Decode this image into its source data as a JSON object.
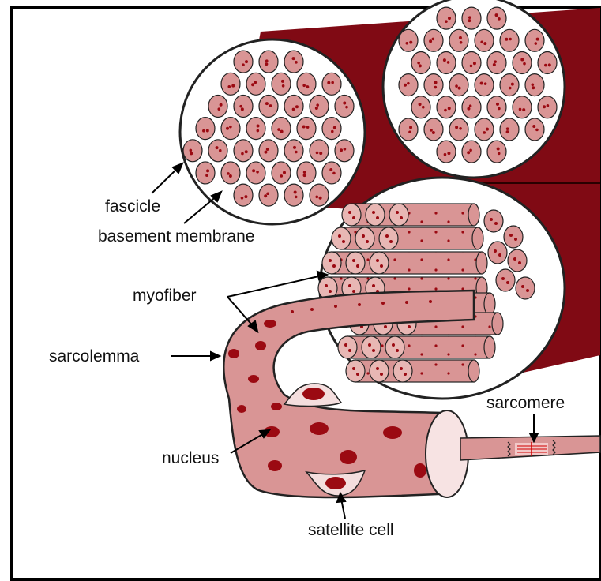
{
  "labels": {
    "fascicle": "fascicle",
    "basement_membrane": "basement membrane",
    "myofiber": "myofiber",
    "sarcolemma": "sarcolemma",
    "nucleus": "nucleus",
    "satellite_cell": "satellite cell",
    "sarcomere": "sarcomere"
  },
  "colors": {
    "muscle_dark": "#800a14",
    "fiber_pink": "#d99595",
    "fiber_light": "#e8b7b4",
    "nucleus_red": "#9b0a12",
    "outline": "#222222",
    "frame": "#000000"
  }
}
